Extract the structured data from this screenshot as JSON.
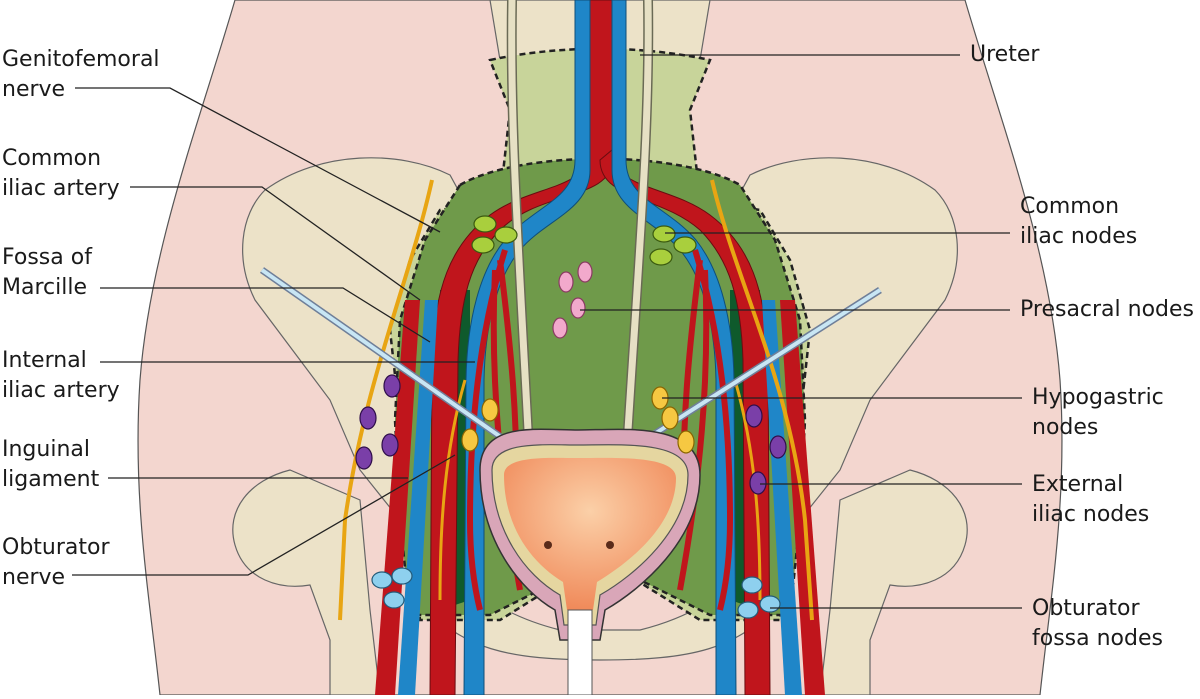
{
  "labels_left": [
    {
      "id": "genitofemoral-nerve",
      "line1": "Genitofemoral",
      "line2": "nerve"
    },
    {
      "id": "common-iliac-artery",
      "line1": "Common",
      "line2": "iliac artery"
    },
    {
      "id": "fossa-of-marcille",
      "line1": "Fossa of",
      "line2": "Marcille"
    },
    {
      "id": "internal-iliac-artery",
      "line1": "Internal",
      "line2": "iliac artery"
    },
    {
      "id": "inguinal-ligament",
      "line1": "Inguinal",
      "line2": "ligament"
    },
    {
      "id": "obturator-nerve",
      "line1": "Obturator",
      "line2": "nerve"
    }
  ],
  "labels_right": [
    {
      "id": "ureter",
      "line1": "Ureter",
      "line2": ""
    },
    {
      "id": "common-iliac-nodes",
      "line1": "Common",
      "line2": "iliac nodes"
    },
    {
      "id": "presacral-nodes",
      "line1": "Presacral nodes",
      "line2": ""
    },
    {
      "id": "hypogastric-nodes",
      "line1": "Hypogastric",
      "line2": "nodes"
    },
    {
      "id": "external-iliac-nodes",
      "line1": "External",
      "line2": "iliac nodes"
    },
    {
      "id": "obturator-fossa-nodes",
      "line1": "Obturator",
      "line2": "fossa nodes"
    }
  ],
  "colors": {
    "skin": "#f3d6cf",
    "bone": "#ece2c8",
    "field": "#c8d49a",
    "green": "#6f9a4a",
    "dark_green": "#0f5a2c",
    "artery": "#c0151c",
    "vein": "#1f86c8",
    "ureter": "#e6e0c4",
    "bladder": "#f4a778",
    "bladder_wall": "#d9a6b8",
    "node_green": "#a9cf3d",
    "node_pink": "#f2a9cc",
    "node_yellow": "#f6c842",
    "node_purple": "#7a3fa8",
    "node_cyan": "#8ed0ee"
  }
}
